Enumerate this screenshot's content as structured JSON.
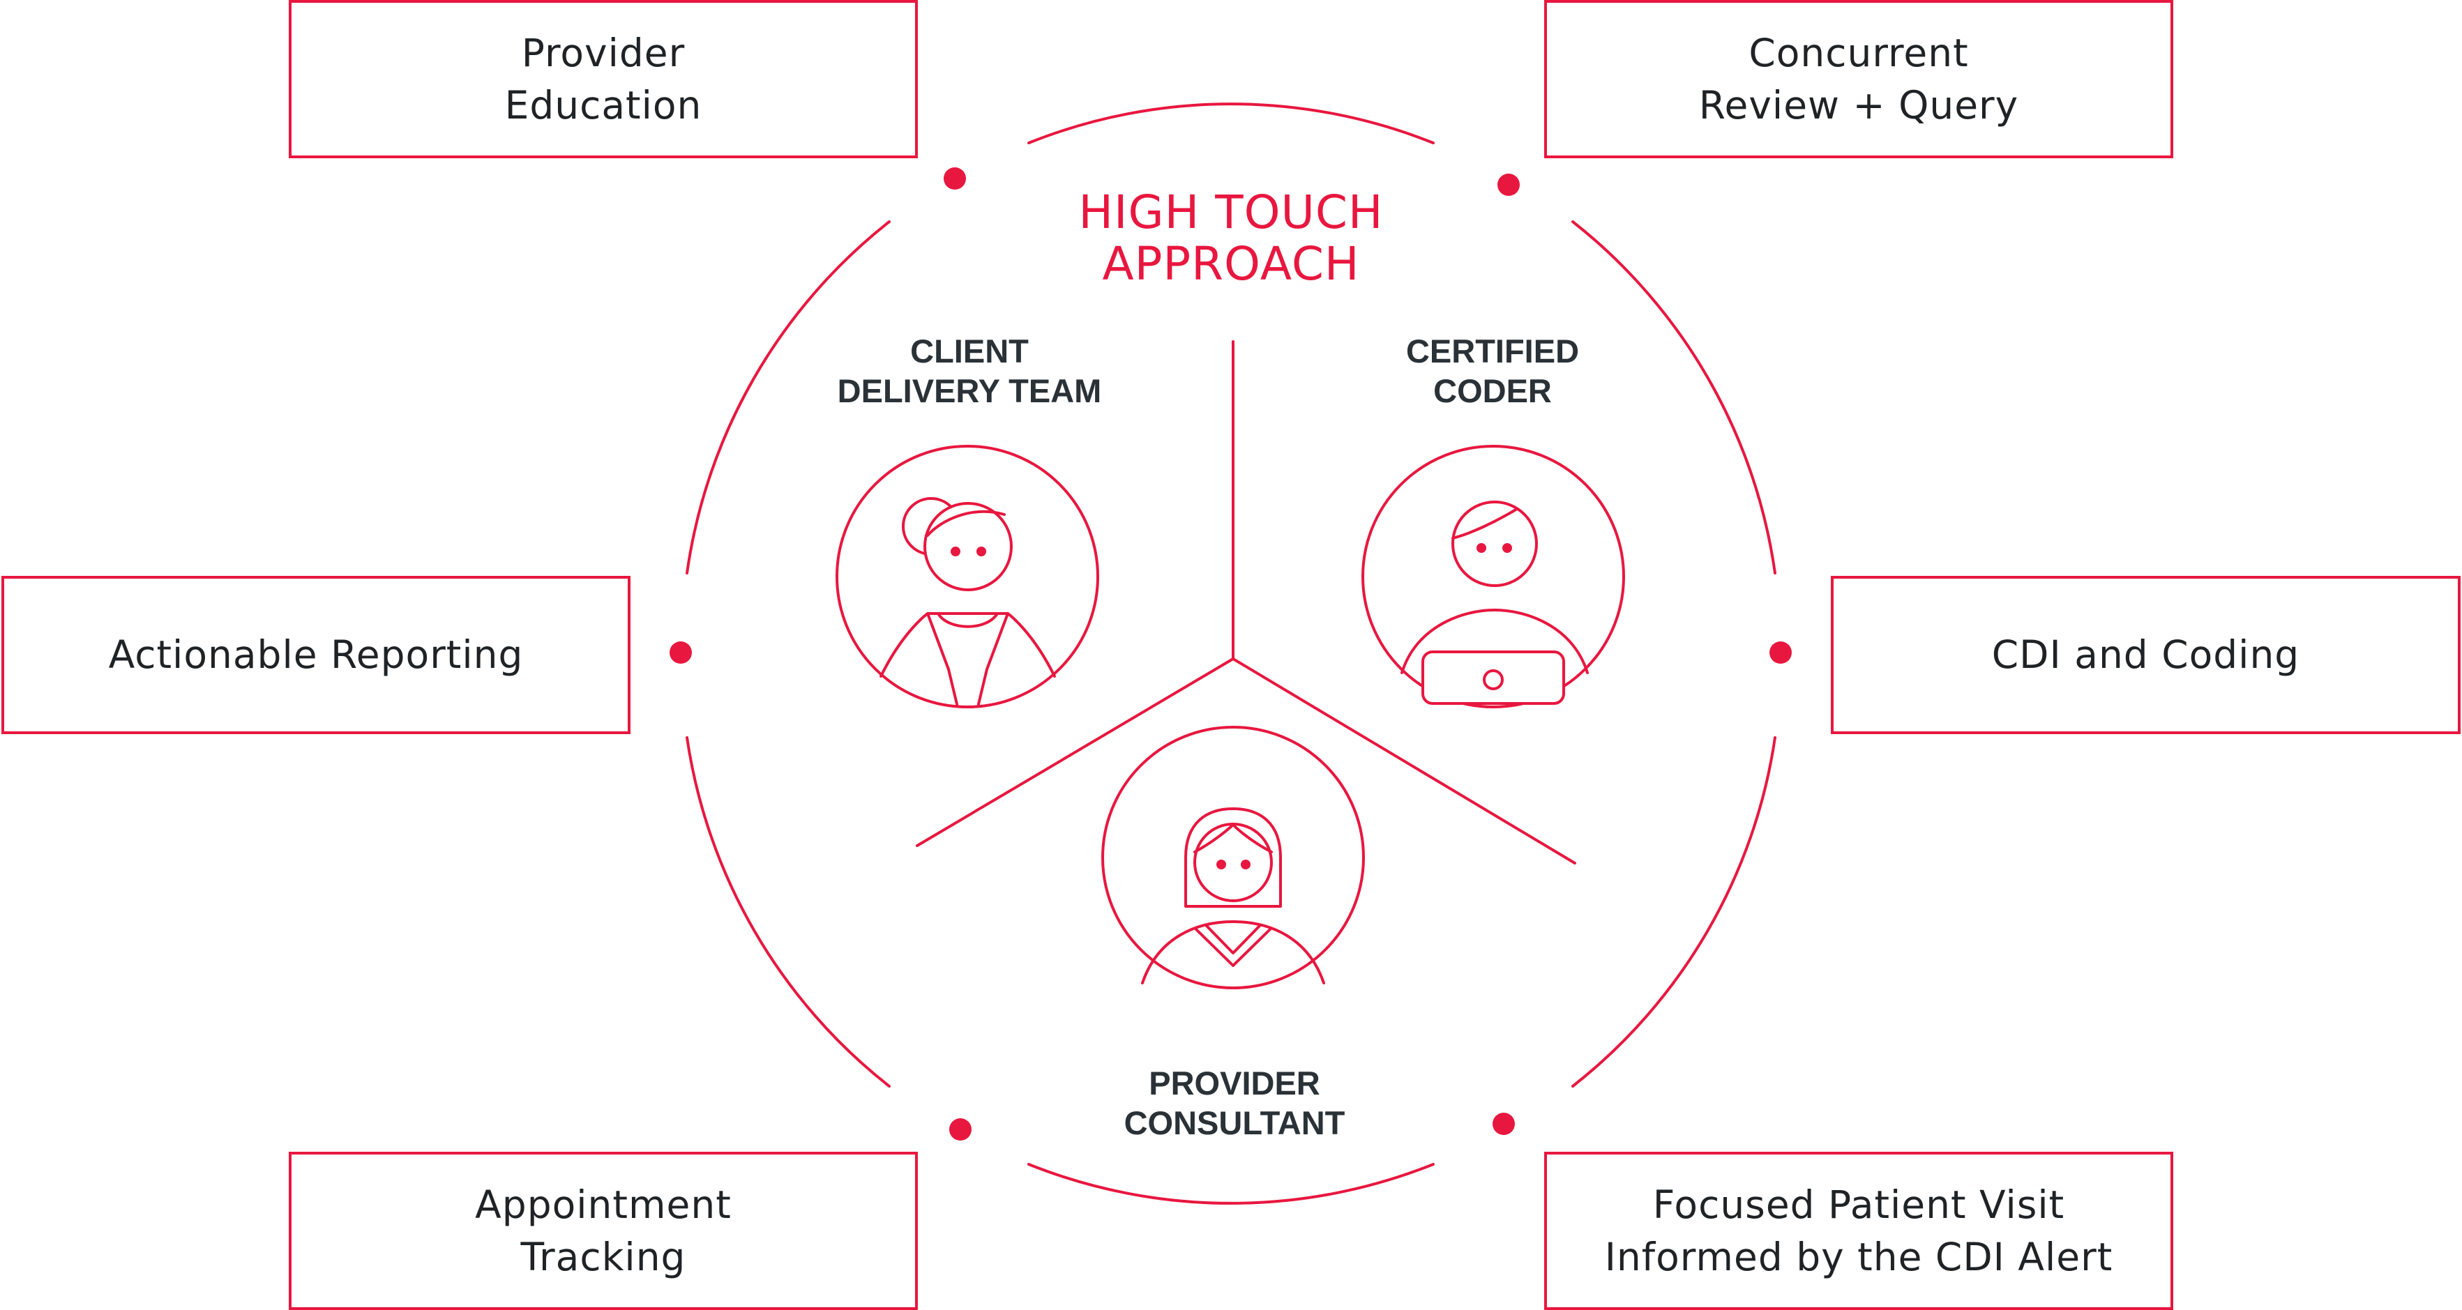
{
  "diagram": {
    "center_title": "HIGH TOUCH\nAPPROACH",
    "roles": [
      {
        "label": "CLIENT\nDELIVERY TEAM",
        "icon": "woman-bun-icon"
      },
      {
        "label": "CERTIFIED\nCODER",
        "icon": "man-laptop-icon"
      },
      {
        "label": "PROVIDER\nCONSULTANT",
        "icon": "woman-provider-icon"
      }
    ],
    "services": [
      {
        "label": "Provider\nEducation"
      },
      {
        "label": "Concurrent\nReview + Query"
      },
      {
        "label": "Actionable Reporting"
      },
      {
        "label": "CDI and Coding"
      },
      {
        "label": "Appointment\nTracking"
      },
      {
        "label": "Focused Patient Visit\nInformed by the CDI Alert"
      }
    ],
    "colors": {
      "accent": "#e8173f",
      "text": "#1f2326",
      "role_text": "#2a3237"
    }
  }
}
